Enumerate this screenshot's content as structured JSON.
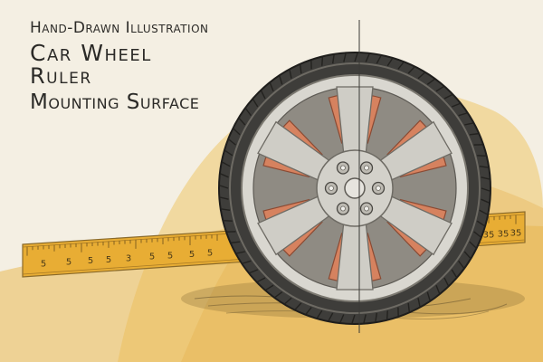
{
  "labels": {
    "title": "Hand-Drawn Illustration",
    "wheel": "Car Wheel",
    "ruler": "Ruler",
    "surface": "Mounting Surface"
  },
  "ruler": {
    "left_numbers": [
      "5",
      "5",
      "5",
      "5",
      "3",
      "5",
      "5",
      "5",
      "5"
    ],
    "right_numbers": [
      "35",
      "95",
      "35",
      "35",
      "35"
    ]
  },
  "colors": {
    "paper": "#f4efe3",
    "wash": "#efc66a",
    "ruler": "#e8ad34",
    "tire": "#3e3d3a",
    "rim": "#cfcdc6",
    "rim_accent": "#d6825f",
    "ink": "#2b2a27"
  }
}
